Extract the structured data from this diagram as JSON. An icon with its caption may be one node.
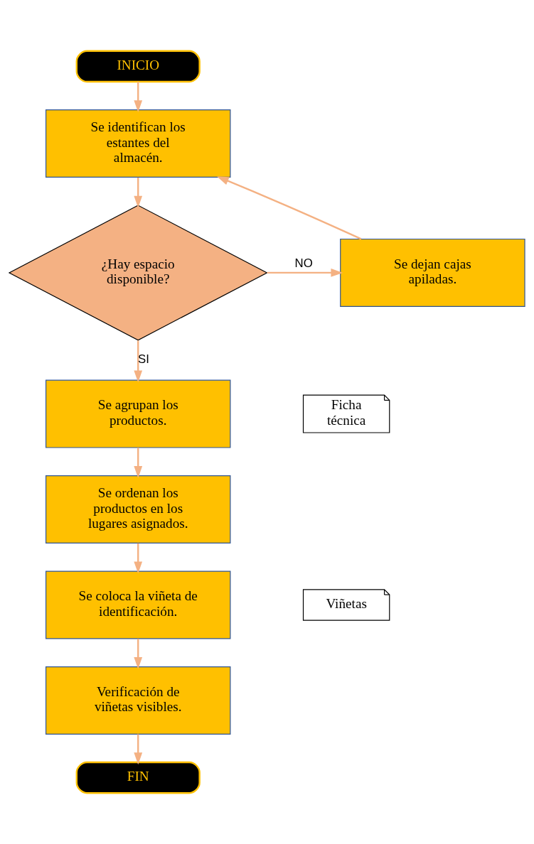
{
  "diagram": {
    "nodes": [
      {
        "text": [
          "INICIO"
        ]
      },
      {
        "text": [
          "Se identifican los estantes del almacén."
        ]
      },
      {
        "text": [
          "¿Hay espacio disponible?"
        ]
      },
      {
        "text": [
          "Se dejan cajas apiladas."
        ]
      },
      {
        "text": [
          "Se agrupan los productos."
        ]
      },
      {
        "text": [
          "Ficha técnica"
        ]
      },
      {
        "text": [
          "Se ordenan los productos en los lugares asignados."
        ]
      },
      {
        "text": [
          "Se coloca la viñeta de identificación."
        ]
      },
      {
        "text": [
          "Viñetas"
        ]
      },
      {
        "text": [
          "Verificación de viñetas visibles."
        ]
      },
      {
        "text": [
          "FIN"
        ]
      }
    ],
    "edges": [
      {
        "from": 0,
        "to": 1,
        "arrow": "to"
      },
      {
        "from": 1,
        "to": 2,
        "arrow": "to"
      },
      {
        "from": 2,
        "to": 3,
        "arrow": "to",
        "label": "NO"
      },
      {
        "from": 3,
        "to": 1,
        "arrow": "to"
      },
      {
        "from": 2,
        "to": 4,
        "arrow": "to",
        "label": "SI"
      },
      {
        "from": 4,
        "to": 6,
        "arrow": "to"
      },
      {
        "from": 6,
        "to": 7,
        "arrow": "to"
      },
      {
        "from": 7,
        "to": 9,
        "arrow": "to"
      },
      {
        "from": 9,
        "to": 10,
        "arrow": "to"
      }
    ]
  }
}
